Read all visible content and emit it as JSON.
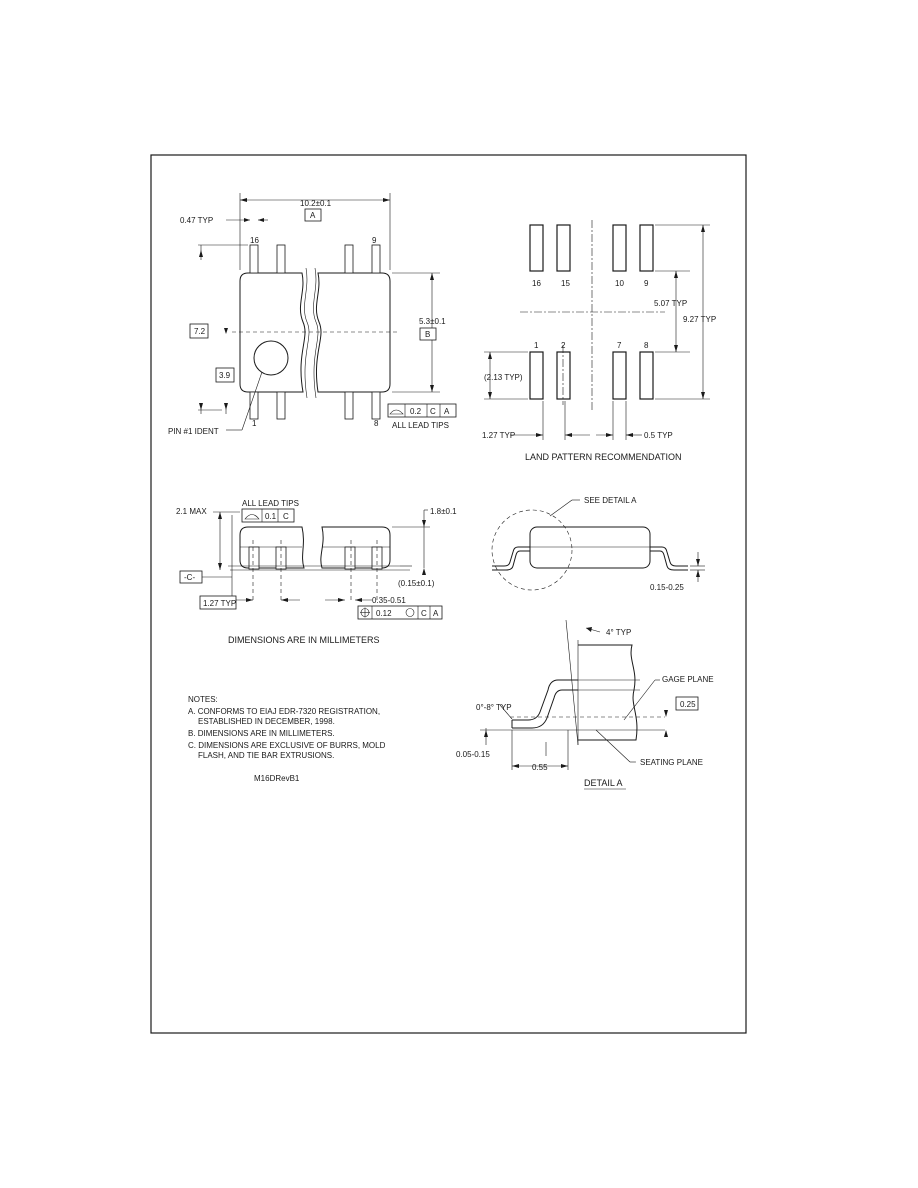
{
  "top_view": {
    "length": "10.2±0.1",
    "datum_a": "A",
    "lead_width": "0.47 TYP",
    "pin_16": "16",
    "pin_9": "9",
    "pin_1": "1",
    "pin_8": "8",
    "body_width_box": "7.2",
    "height_box": "3.9",
    "overall_width": "5.3±0.1",
    "datum_b": "B",
    "pin1_label": "PIN #1 IDENT",
    "tol_value": "0.2",
    "tol_c": "C",
    "tol_a": "A",
    "lead_tips": "ALL LEAD TIPS"
  },
  "land_pattern": {
    "title": "LAND PATTERN RECOMMENDATION",
    "pad_labels_top": [
      "16",
      "15",
      "10",
      "9"
    ],
    "pad_labels_bottom": [
      "1",
      "2",
      "7",
      "8"
    ],
    "row_gap": "5.07 TYP",
    "overall": "9.27 TYP",
    "pad_len": "(2.13 TYP)",
    "pitch": "1.27 TYP",
    "pad_w": "0.5 TYP"
  },
  "side_view": {
    "max_height": "2.1 MAX",
    "lead_tips": "ALL LEAD TIPS",
    "coplanarity": "0.1",
    "datum_c": "C",
    "datum_c_box": "-C-",
    "lead_pitch_box": "1.27 TYP",
    "body_thk": "1.8±0.1",
    "standoff": "(0.15±0.1)",
    "lead_width": "0.35-0.51",
    "pos_tol": "0.12",
    "pos_c": "C",
    "pos_a": "A",
    "dim_note": "DIMENSIONS ARE IN MILLIMETERS"
  },
  "end_view": {
    "see_detail": "SEE DETAIL A",
    "lead_thk": "0.15-0.25"
  },
  "detail_a": {
    "angle": "4° TYP",
    "gage_plane": "GAGE PLANE",
    "gage_box": "0.25",
    "foot_angle": "0°-8° TYP",
    "standoff": "0.05-0.15",
    "seating_plane": "SEATING PLANE",
    "foot_len": "0.55",
    "title": "DETAIL A"
  },
  "notes": {
    "heading": "NOTES:",
    "a": "A. CONFORMS TO EIAJ EDR-7320 REGISTRATION,",
    "a2": "ESTABLISHED IN DECEMBER, 1998.",
    "b": "B. DIMENSIONS ARE IN MILLIMETERS.",
    "c": "C. DIMENSIONS ARE EXCLUSIVE OF BURRS, MOLD",
    "c2": "FLASH, AND TIE BAR EXTRUSIONS.",
    "code": "M16DRevB1"
  }
}
